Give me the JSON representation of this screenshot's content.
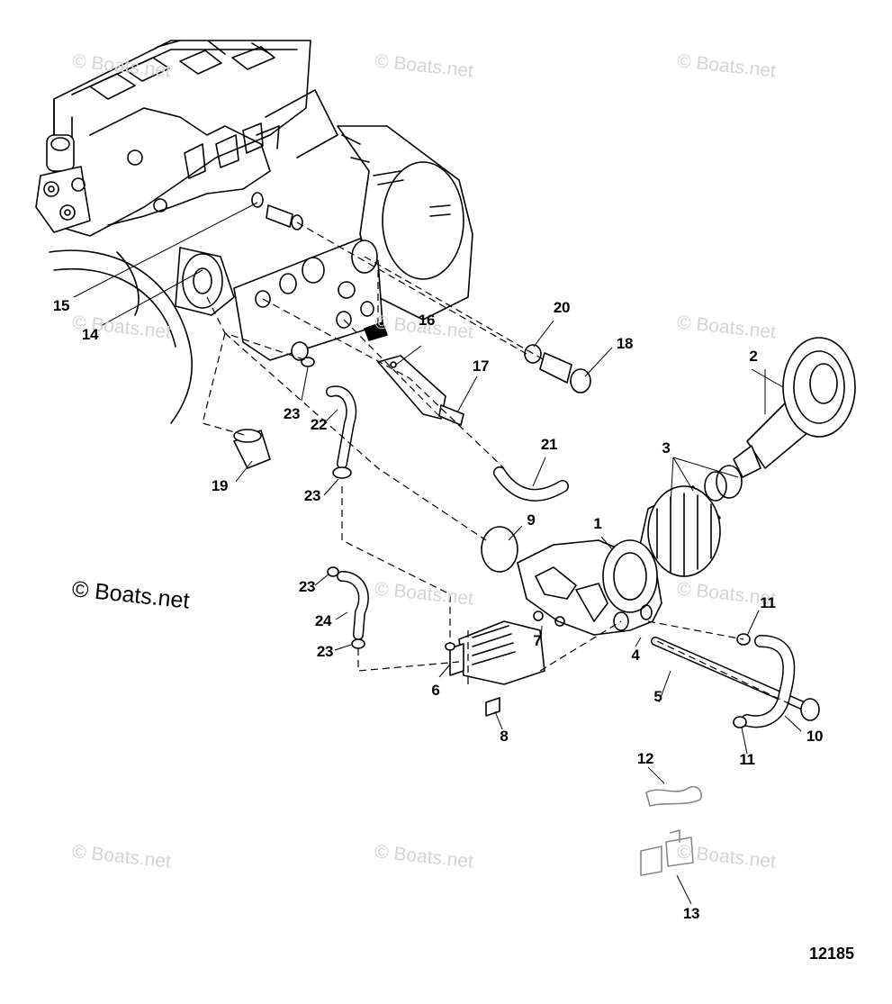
{
  "diagram": {
    "watermark_text": "© Boats.net",
    "brand_text": "© Boats.net",
    "diagram_id": "12185",
    "callouts": [
      "1",
      "2",
      "3",
      "4",
      "5",
      "6",
      "7",
      "8",
      "9",
      "10",
      "11",
      "11",
      "12",
      "13",
      "14",
      "15",
      "16",
      "17",
      "18",
      "19",
      "20",
      "21",
      "22",
      "23",
      "23",
      "23",
      "23",
      "24"
    ]
  }
}
